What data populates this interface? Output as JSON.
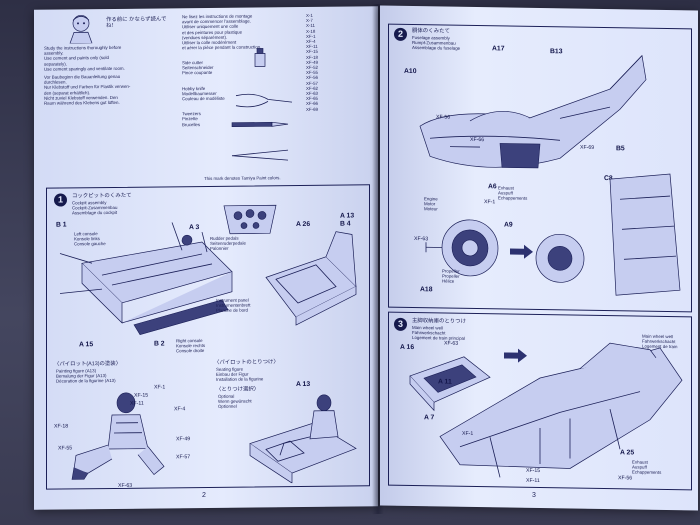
{
  "left_page": {
    "page_number": "2",
    "step1": {
      "number": "1",
      "title_jp": "コックピットのくみたて",
      "title_lines": [
        "Cockpit assembly",
        "Cockpit-Zusammenbau",
        "Assemblage du cockpit"
      ],
      "parts": [
        "A 3",
        "A 13",
        "A 26",
        "A 15",
        "B 1",
        "B 2",
        "B 4"
      ],
      "part_labels": {
        "left_console": [
          "Left console",
          "Konsole links",
          "Console gauche"
        ],
        "right_console": [
          "Right console",
          "Konsole rechts",
          "Console droite"
        ],
        "instrument_panel": [
          "Instrument panel",
          "Instrumentenbrett",
          "Planche de bord"
        ],
        "rudder_pedals": [
          "Rudder pedals",
          "Seitenruderpedale",
          "Palonnier"
        ]
      }
    },
    "painting": {
      "title_jp": "〈パイロット(A13)の塗装〉",
      "lines": [
        "Painting figure (A13)",
        "Bemalung der Figur (A13)",
        "Décoration de la figurine (A13)"
      ],
      "callouts": [
        "XF-1",
        "XF-15",
        "XF-11",
        "XF-4",
        "XF-18",
        "XF-49",
        "XF-57",
        "XF-63",
        "XF-55"
      ]
    },
    "seating": {
      "title_jp": "〈パイロットのとりつけ〉",
      "lines": [
        "Seating figure",
        "Einbau der Figur",
        "Installation de la figurine"
      ],
      "option_jp": "〈とりつけ選択〉",
      "option_lines": [
        "Optional",
        "Wenn gewünscht",
        "Optionnel"
      ],
      "part": "A 13"
    },
    "intro_paragraph": [
      "Study the instructions thoroughly before",
      "assembly.",
      "Use cement and paints only (sold",
      "separately).",
      "Use cement sparingly and ventilate room.",
      "Vor Baubeginn die Bauanleitung genau",
      "durchlesen.",
      "Nur Klebstoff und Farben für Plastik verwen-",
      "den (separat erhältlich).",
      "Nicht zuviel Klebstoff verwenden. Den",
      "Raum während des Klebens gut lüften."
    ],
    "tools_paragraph": [
      "Ne lisez les instructions de montage",
      "avant de commencer l'assemblage.",
      "Utiliser uniquement une colle",
      "et des peintures pour plastique",
      "(vendues séparément).",
      "Utiliser la colle modérément",
      "et aérer la pièce pendant la construction."
    ],
    "tools": [
      "Side cutter",
      "Seitenschneider",
      "Pince coupante",
      "Hobby knife",
      "Modellbaumesser",
      "Couteau de modéliste",
      "Tweezers",
      "Pinzette",
      "Brucelles"
    ],
    "paint_list_note": "This mark denotes Tamiya Paint colors.",
    "paint_codes": [
      "X-1",
      "X-7",
      "X-11",
      "X-18",
      "XF-1",
      "XF-4",
      "XF-11",
      "XF-15",
      "XF-18",
      "XF-49",
      "XF-52",
      "XF-55",
      "XF-56",
      "XF-57",
      "XF-62",
      "XF-63",
      "XF-65",
      "XF-66",
      "XF-69"
    ]
  },
  "right_page": {
    "page_number": "3",
    "step2": {
      "number": "2",
      "title_jp": "胴体のくみたて",
      "title_lines": [
        "Fuselage assembly",
        "Rumpf-Zusammenbau",
        "Assemblage du fuselage"
      ],
      "parts": [
        "A17",
        "B13",
        "A10",
        "A18",
        "A6",
        "A9",
        "B5",
        "C8"
      ],
      "labels": {
        "exhaust": [
          "Exhaust",
          "Auspuff",
          "Echappements"
        ],
        "engine": [
          "Engine",
          "Motor",
          "Moteur"
        ],
        "propeller": [
          "Propeller",
          "Propeller",
          "Hélice"
        ]
      },
      "callouts": [
        "XF-56",
        "XF-66",
        "XF-63",
        "XF-1",
        "XF-69"
      ]
    },
    "step3": {
      "number": "3",
      "title_jp": "主脚収納庫のとりつけ",
      "title_lines": [
        "Main wheel well",
        "Fahrwerkschacht",
        "Logement de train principal"
      ],
      "parts": [
        "A 16",
        "A 7",
        "A 11",
        "A 25"
      ],
      "labels": {
        "wheel_well": [
          "Main wheel well",
          "Fahrwerkschacht",
          "Logement de train"
        ],
        "exhaust": [
          "Exhaust",
          "Auspuff",
          "Echappements"
        ]
      },
      "callouts": [
        "XF-63",
        "XF-1",
        "XF-15",
        "XF-11",
        "XF-56"
      ]
    }
  },
  "colors": {
    "paper": "#dfe6fb",
    "ink": "#1c2058",
    "background": "#3b3c52"
  }
}
